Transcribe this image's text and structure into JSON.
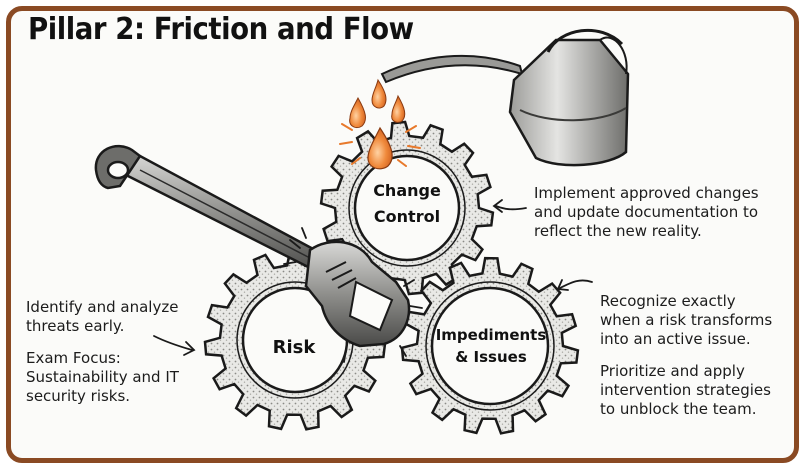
{
  "title": "Pillar 2: Friction and Flow",
  "gears": {
    "change_control": {
      "line1": "Change",
      "line2": "Control"
    },
    "risk": {
      "label": "Risk"
    },
    "impediments": {
      "line1": "Impediments",
      "line2": "& Issues"
    }
  },
  "notes": {
    "change_control": "Implement approved changes and update documentation to reflect the new reality.",
    "risk_1": "Identify and analyze threats early.",
    "risk_2": "Exam Focus: Sustainability and IT security risks.",
    "impediments_1": "Recognize exactly when a risk transforms into an active issue.",
    "impediments_2": "Prioritize and apply intervention strategies to unblock the team."
  },
  "icons": [
    "wrench-icon",
    "oil-can-icon",
    "oil-drop-icon",
    "arrow-icon",
    "gear-icon"
  ],
  "colors": {
    "border": "#8a4a23",
    "oil": "#e8792b",
    "ink": "#111111"
  }
}
